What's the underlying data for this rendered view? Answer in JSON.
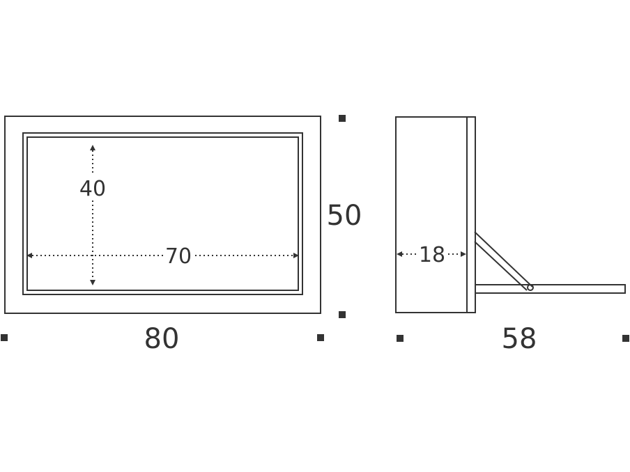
{
  "front_view": {
    "outer_width_label": "80",
    "outer_height_label": "50",
    "inner_width_label": "70",
    "inner_height_label": "40"
  },
  "side_view": {
    "total_depth_label": "58",
    "body_depth_label": "18"
  },
  "colors": {
    "line": "#333333",
    "background": "#ffffff"
  }
}
